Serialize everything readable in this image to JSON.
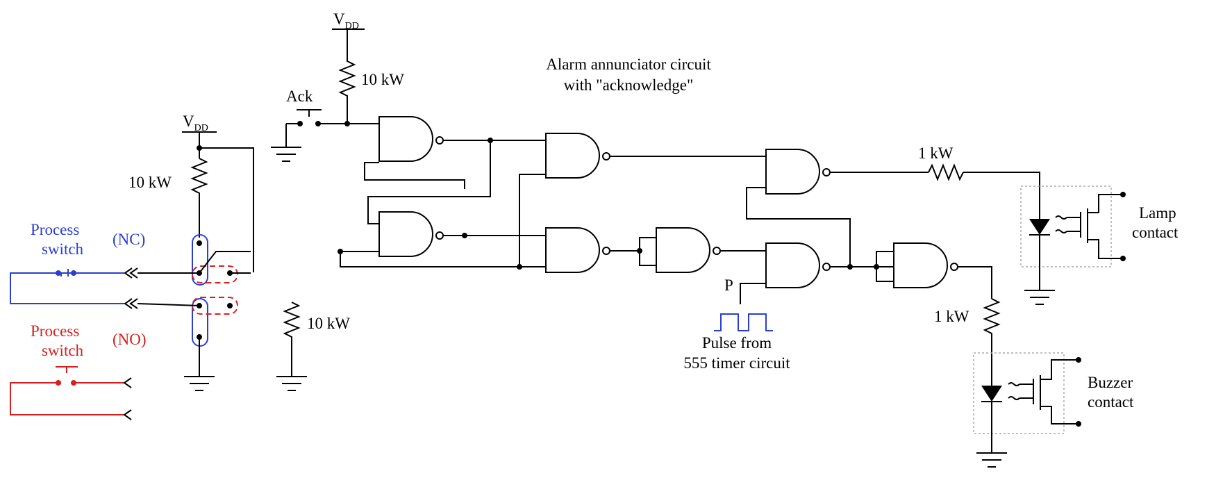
{
  "title": {
    "line1": "Alarm annunciator circuit",
    "line2": "with \"acknowledge\""
  },
  "labels": {
    "vdd_main": "V",
    "vdd_main_sub": "DD",
    "vdd_left": "V",
    "vdd_left_sub": "DD",
    "res_ack": "10 kW",
    "res_switch": "10 kW",
    "res_bottom": "10 kW",
    "res_lamp": "1 kW",
    "res_buzzer": "1 kW",
    "ack": "Ack",
    "p_input": "P",
    "pulse_line1": "Pulse from",
    "pulse_line2": "555 timer circuit",
    "nc_switch_line1": "Process",
    "nc_switch_line2": "switch",
    "nc_tag": "(NC)",
    "no_switch_line1": "Process",
    "no_switch_line2": "switch",
    "no_tag": "(NO)",
    "lamp_line1": "Lamp",
    "lamp_line2": "contact",
    "buzzer_line1": "Buzzer",
    "buzzer_line2": "contact"
  },
  "colors": {
    "wire": "#000000",
    "nc_switch": "#2a3fd0",
    "no_switch": "#d42020",
    "pulse": "#2a3fd0"
  }
}
